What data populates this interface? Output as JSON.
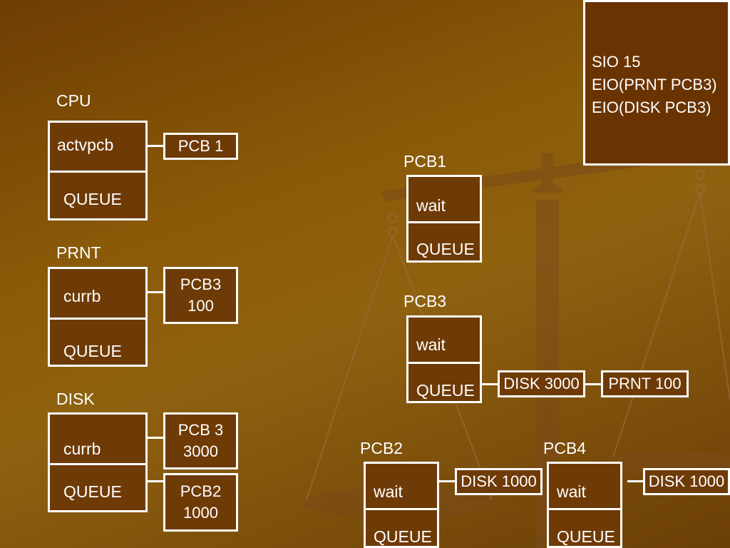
{
  "note": {
    "lines": [
      "SIO 15",
      "EIO(PRNT PCB3)",
      "EIO(DISK  PCB3)"
    ]
  },
  "devices": {
    "cpu": {
      "label": "CPU",
      "field": "actvpcb",
      "queue": "QUEUE",
      "pointer": [
        "PCB 1"
      ]
    },
    "prnt": {
      "label": "PRNT",
      "field": "currb",
      "queue": "QUEUE",
      "pointer": [
        "PCB3",
        "100"
      ]
    },
    "disk": {
      "label": "DISK",
      "field": "currb",
      "queue": "QUEUE",
      "pointer": [
        "PCB 3",
        "3000"
      ],
      "queued": [
        "PCB2",
        "1000"
      ]
    }
  },
  "pcbs": {
    "pcb1": {
      "label": "PCB1",
      "field": "wait",
      "queue": "QUEUE"
    },
    "pcb3": {
      "label": "PCB3",
      "field": "wait",
      "queue": "QUEUE",
      "chain": [
        "DISK 3000",
        "PRNT 100"
      ]
    },
    "pcb2": {
      "label": "PCB2",
      "field": "wait",
      "queue": "QUEUE",
      "chain": [
        "DISK 1000"
      ]
    },
    "pcb4": {
      "label": "PCB4",
      "field": "wait",
      "queue": "QUEUE",
      "chain": [
        "DISK 1000"
      ]
    }
  }
}
